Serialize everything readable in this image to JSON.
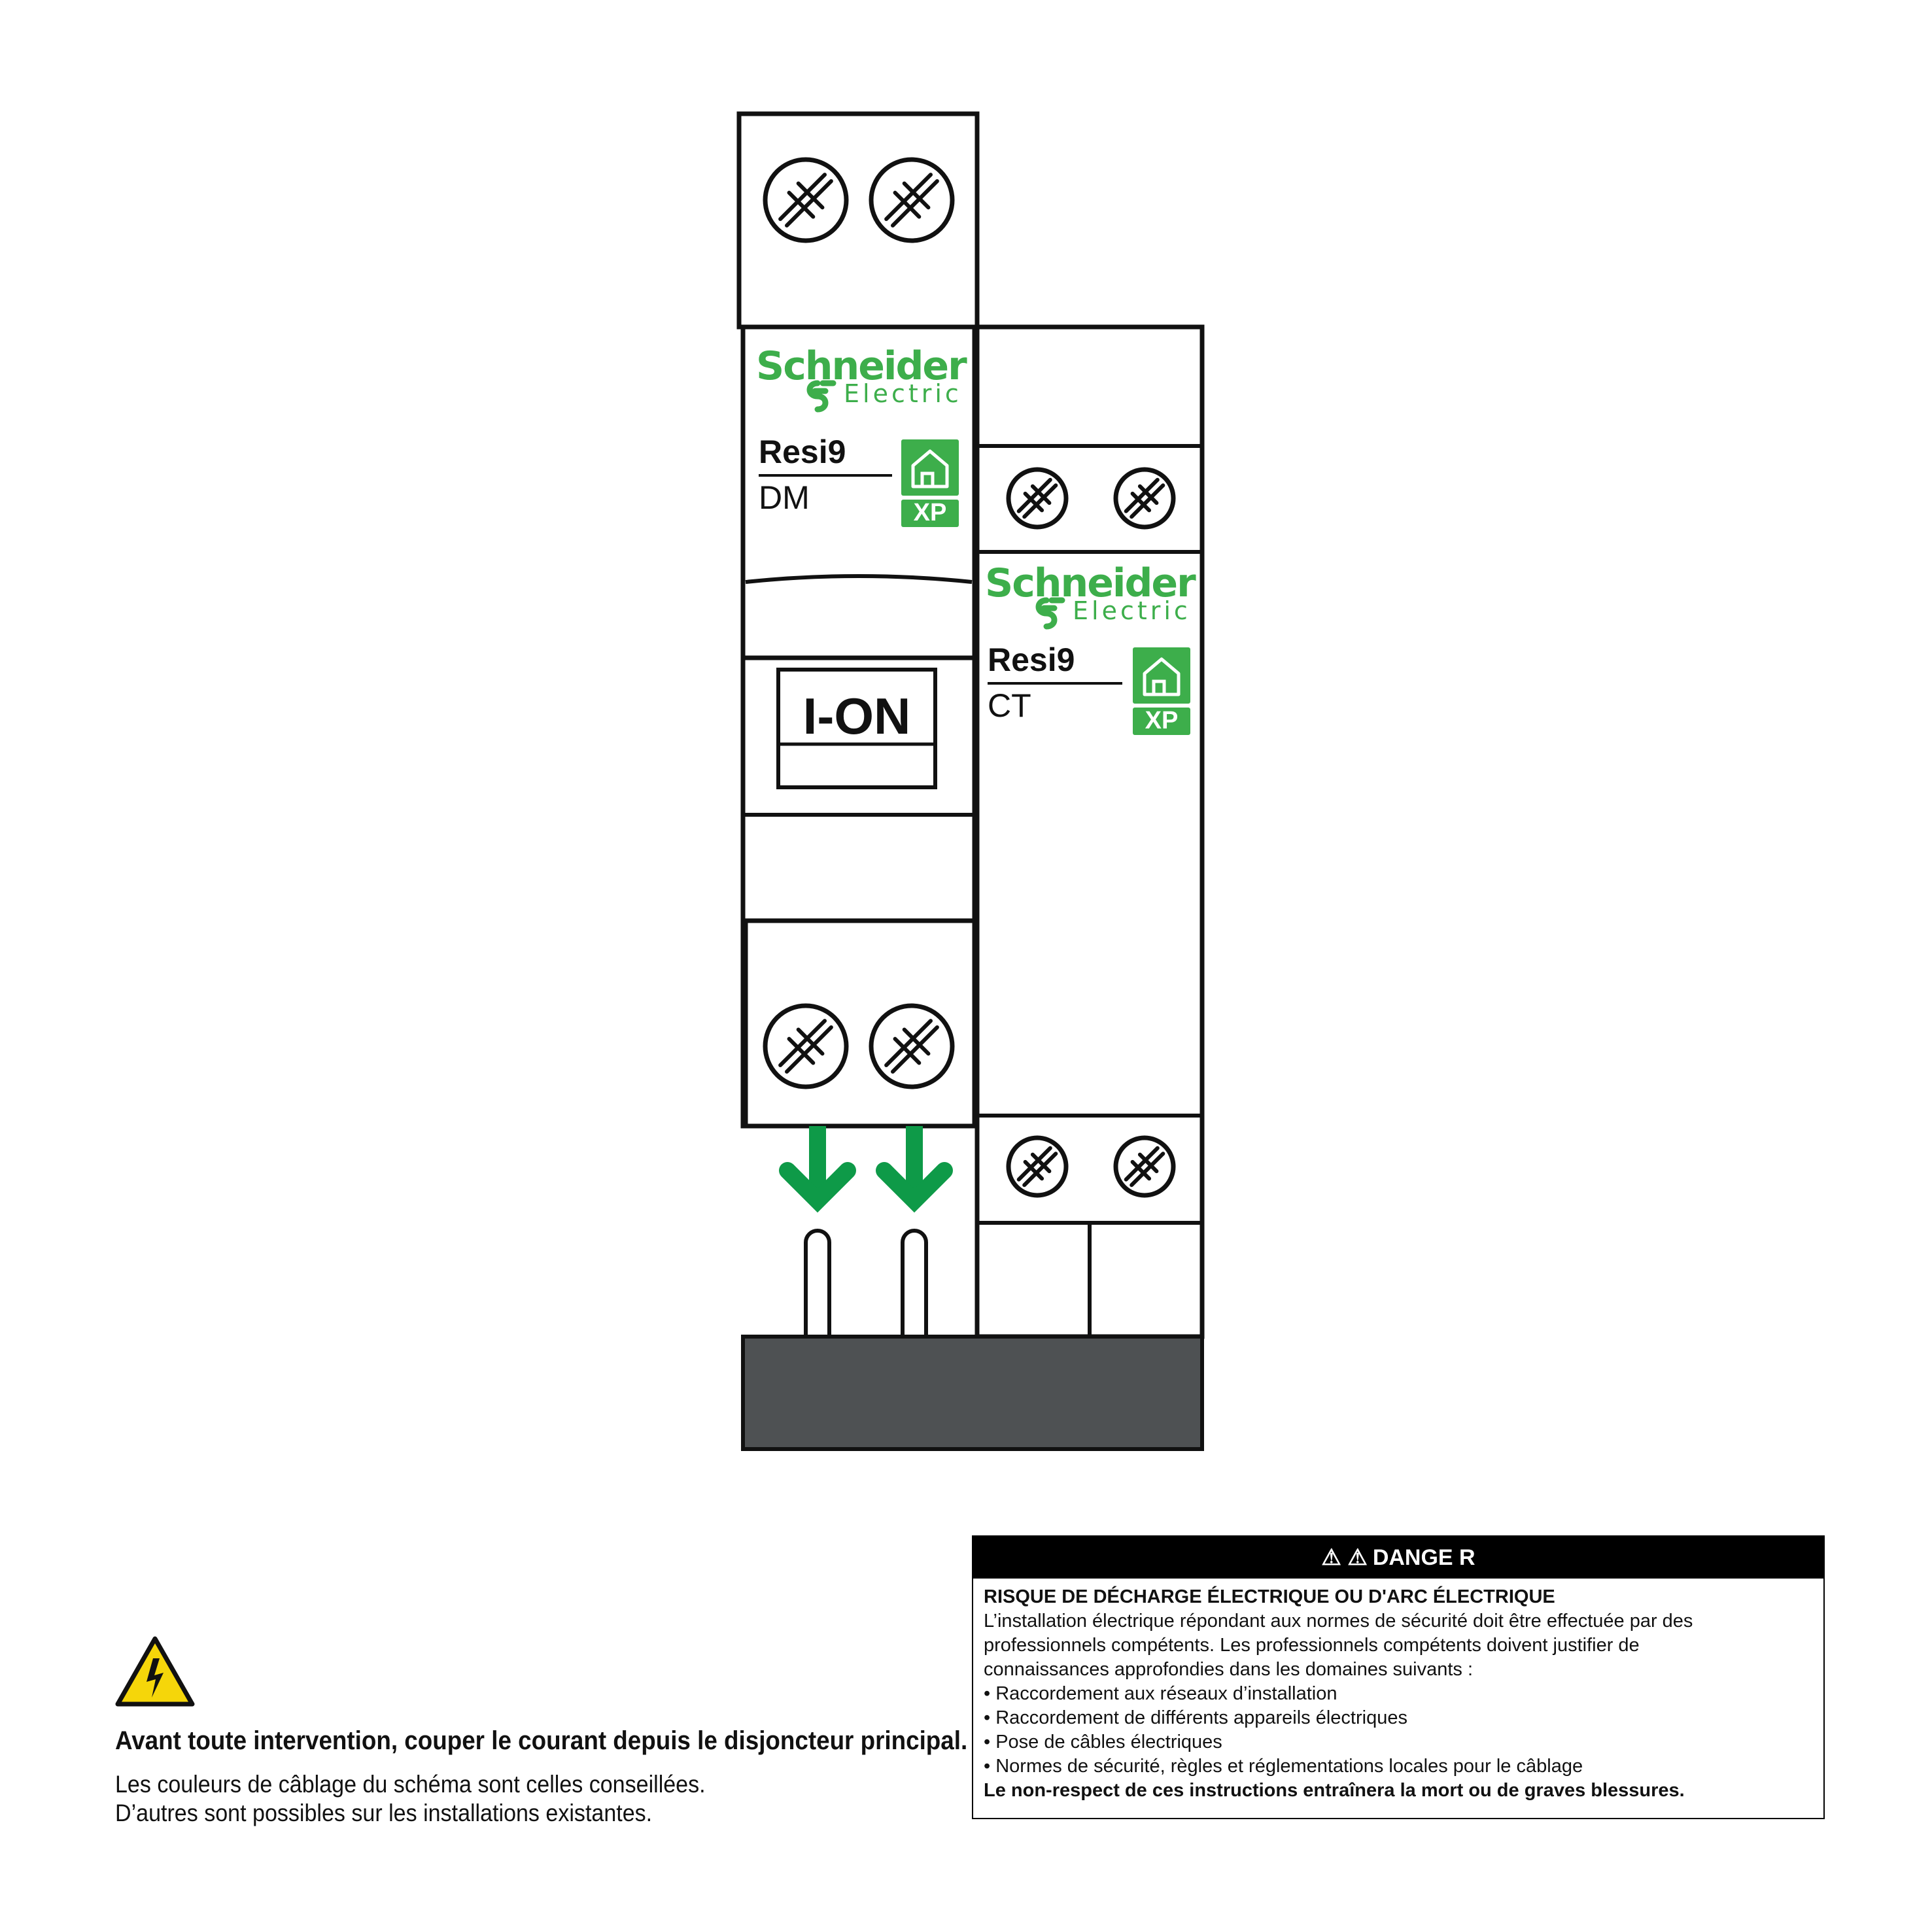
{
  "modules": {
    "dm": {
      "brand_name": "Schneider",
      "brand_sub": "Electric",
      "range": "Resi9",
      "type": "DM",
      "badge": "XP",
      "switch_label": "I-ON"
    },
    "ct": {
      "brand_name": "Schneider",
      "brand_sub": "Electric",
      "range": "Resi9",
      "type": "CT",
      "badge": "XP"
    }
  },
  "colors": {
    "brand_green": "#3dae4b",
    "arrow_green": "#0e9a48",
    "busbar": "#4e5153",
    "outline": "#111111"
  },
  "icons": {
    "warning": "electric-warning-triangle-icon",
    "screws": "screw-terminal-icon",
    "arrows": "arrow-down-icon",
    "house": "house-icon"
  },
  "note": {
    "bold": "Avant toute intervention, couper le courant depuis le disjoncteur principal.",
    "line1": "Les couleurs de câblage du schéma sont celles conseillées.",
    "line2": "D’autres sont possibles sur les installations existantes."
  },
  "danger": {
    "header": "DANGE R",
    "title": "RISQUE DE DÉCHARGE ÉLECTRIQUE OU D'ARC ÉLECTRIQUE",
    "intro_1": "L’installation électrique répondant aux normes de sécurité doit être effectuée par des",
    "intro_2": "professionnels compétents. Les professionnels compétents doivent justifier de",
    "intro_3": "connaissances approfondies dans les domaines suivants :",
    "items": [
      "• Raccordement aux réseaux d’installation",
      "• Raccordement de différents appareils électriques",
      "• Pose de câbles électriques",
      "• Normes de sécurité, règles et réglementations locales pour le câblage"
    ],
    "conclusion": "Le non-respect de ces instructions entraînera la mort ou de graves blessures."
  }
}
